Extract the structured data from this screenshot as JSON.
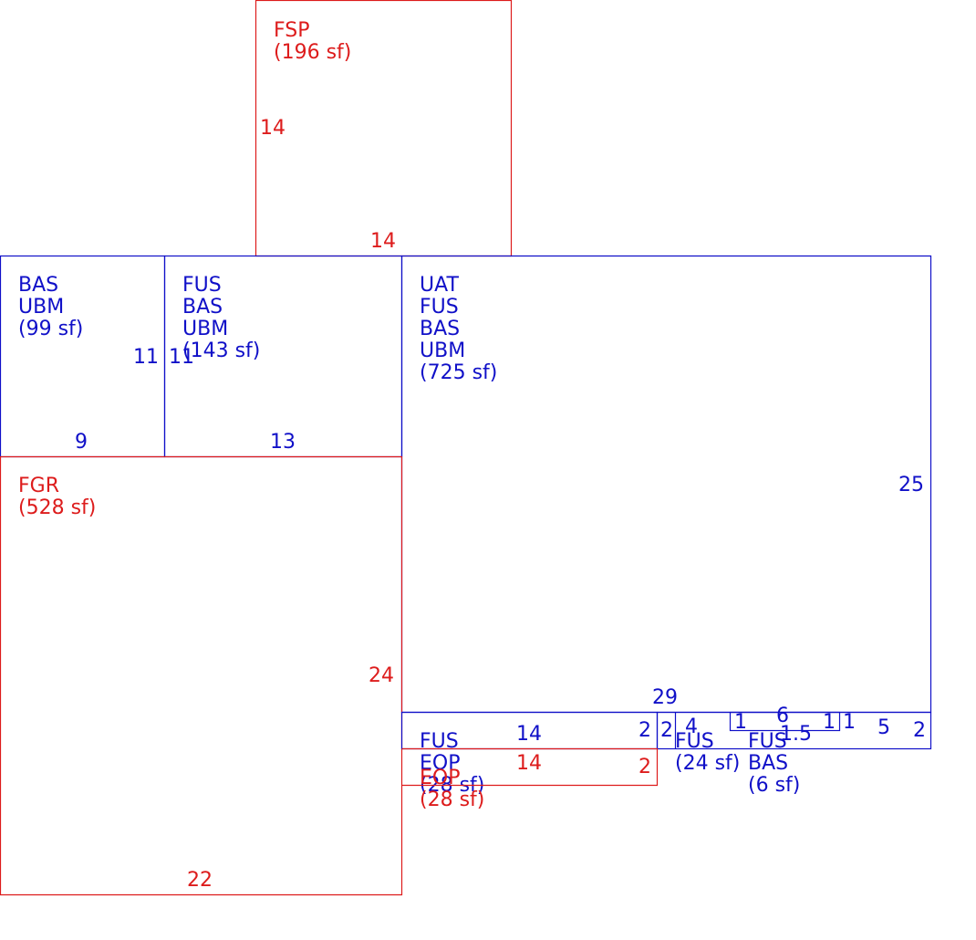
{
  "colors": {
    "red": "#dd1c1c",
    "blue": "#1010c8"
  },
  "areas": {
    "fsp": {
      "lines": [
        "FSP",
        "(196 sf)"
      ]
    },
    "bas_left": {
      "lines": [
        "BAS",
        "UBM",
        "(99 sf)"
      ]
    },
    "fus_mid": {
      "lines": [
        "FUS",
        "BAS",
        "UBM",
        "(143 sf)"
      ]
    },
    "uat": {
      "lines": [
        "UAT",
        "FUS",
        "BAS",
        "UBM",
        "(725 sf)"
      ]
    },
    "fgr": {
      "lines": [
        "FGR",
        "(528 sf)"
      ]
    },
    "fus_eop": {
      "lines": [
        "FUS",
        "EOP",
        "(28 sf)"
      ]
    },
    "eop": {
      "lines": [
        "EOP",
        "(28 sf)"
      ]
    },
    "fus_small": {
      "lines": [
        "FUS",
        "(24 sf)"
      ]
    },
    "fus_bas": {
      "lines": [
        "FUS",
        "BAS",
        "(6 sf)"
      ]
    }
  },
  "dims": {
    "fsp_side": "14",
    "fsp_bottom": "14",
    "bas_right": "11",
    "fus_left": "11",
    "bas_bottom": "9",
    "fus_bottom": "13",
    "uat_right": "25",
    "fgr_right": "24",
    "fgr_bottom": "22",
    "uat_bottom": "29",
    "strip_14": "14",
    "strip_2a": "2",
    "strip_2b": "2",
    "strip_4": "4",
    "strip_1a": "1",
    "strip_6": "6",
    "strip_1b": "1",
    "strip_1c": "1",
    "strip_5": "5",
    "strip_2c": "2",
    "strip_1_5": "1.5",
    "eop_14": "14",
    "eop_2": "2"
  }
}
